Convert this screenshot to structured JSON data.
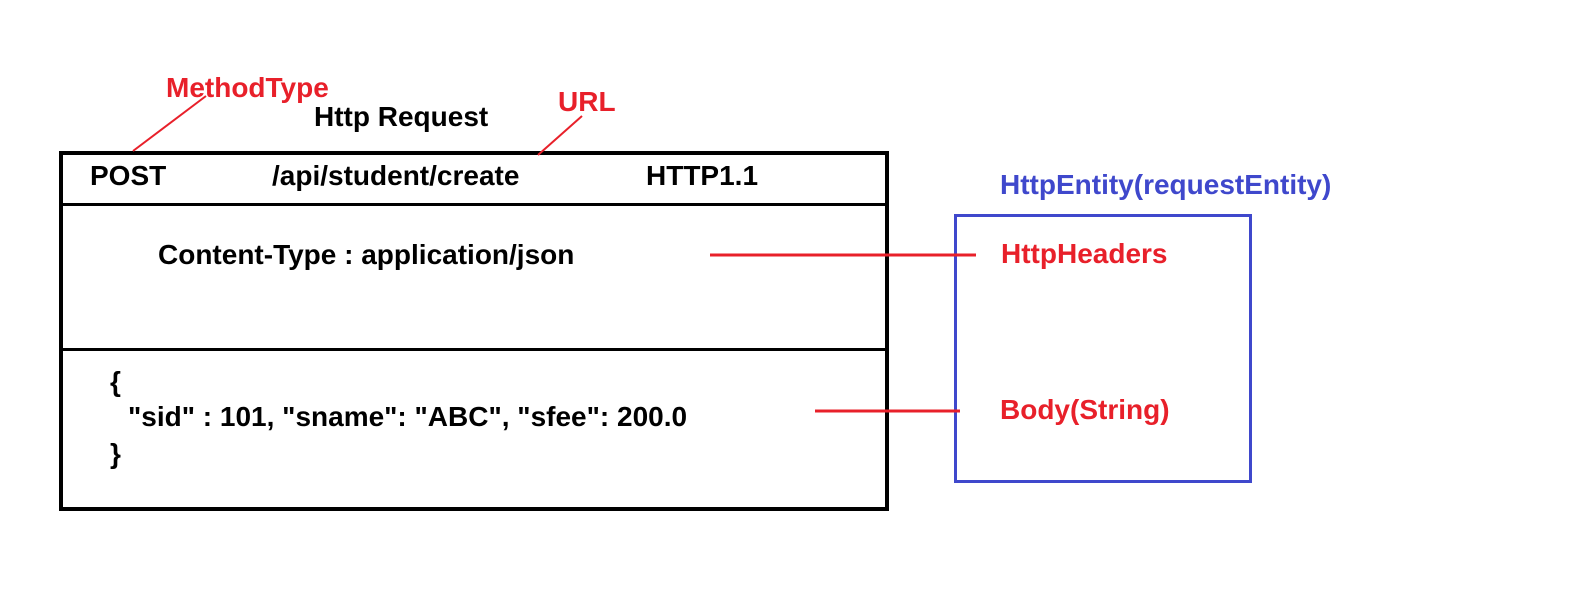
{
  "labels": {
    "method_type": "MethodType",
    "url": "URL",
    "http_request": "Http Request",
    "http_entity": "HttpEntity(requestEntity)",
    "http_headers": "HttpHeaders",
    "body": "Body(String)"
  },
  "request_line": {
    "method": "POST",
    "path": "/api/student/create",
    "version": "HTTP1.1"
  },
  "headers": {
    "content_type": "Content-Type : application/json"
  },
  "body": {
    "open_brace": "{",
    "content": "\"sid\" : 101, \"sname\": \"ABC\", \"sfee\": 200.0",
    "close_brace": "}"
  },
  "colors": {
    "annotation": "#e8202a",
    "entity": "#3f48cc",
    "box": "#000000"
  }
}
